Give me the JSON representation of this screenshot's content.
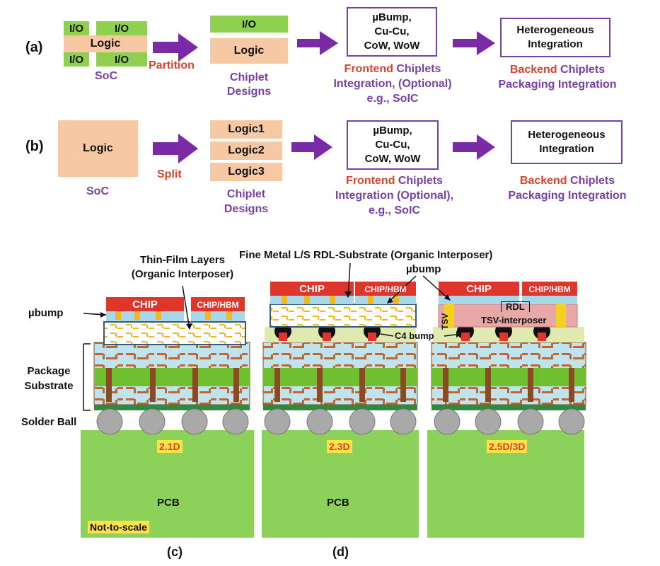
{
  "row_a": {
    "label": "(a)",
    "io": [
      "I/O",
      "I/O",
      "I/O",
      "I/O"
    ],
    "soc_logic": "Logic",
    "soc_caption": "SoC",
    "partition": "Partition",
    "chiplet_io": "I/O",
    "chiplet_logic": "Logic",
    "chiplet_caption_1": "Chiplet",
    "chiplet_caption_2": "Designs",
    "frontend_box": [
      "µBump,",
      "Cu-Cu,",
      "CoW, WoW"
    ],
    "frontend_red": "Frontend",
    "frontend_line1_rest": " Chiplets",
    "frontend_line2": "Integration, (Optional)",
    "frontend_line3": "e.g., SoIC",
    "backend_box": [
      "Heterogeneous",
      "Integration"
    ],
    "backend_red": "Backend",
    "backend_line1_rest": " Chiplets",
    "backend_line2": "Packaging Integration"
  },
  "row_b": {
    "label": "(b)",
    "soc_logic": "Logic",
    "soc_caption": "SoC",
    "split": "Split",
    "logic_blocks": [
      "Logic1",
      "Logic2",
      "Logic3"
    ],
    "chiplet_caption_1": "Chiplet",
    "chiplet_caption_2": "Designs",
    "frontend_box": [
      "µBump,",
      "Cu-Cu,",
      "CoW, WoW"
    ],
    "frontend_red": "Frontend",
    "frontend_line1_rest": " Chiplets",
    "frontend_line2": "Integration (Optional),",
    "frontend_line3": "e.g., SoIC",
    "backend_box": [
      "Heterogeneous",
      "Integration"
    ],
    "backend_red": "Backend",
    "backend_line1_rest": " Chiplets",
    "backend_line2": "Packaging Integration"
  },
  "packages": {
    "thin_film_1": "Thin-Film Layers",
    "thin_film_2": "(Organic Interposer)",
    "fine_metal": "Fine Metal L/S RDL-Substrate (Organic Interposer)",
    "ubump_top": "µbump",
    "ubump_left": "µbump",
    "package_substrate_1": "Package",
    "package_substrate_2": "Substrate",
    "solder_ball": "Solder Ball",
    "c4_bump": "C4 bump",
    "tsv": "TSV",
    "rdl": "RDL",
    "tsv_interposer": "TSV-interposer",
    "chip": "CHIP",
    "chip_hbm": "CHIP/HBM",
    "pcb": "PCB",
    "not_to_scale": "Not-to-scale",
    "tags": [
      "2.1D",
      "2.3D",
      "2.5D/3D"
    ],
    "captions": [
      "(c)",
      "(d)"
    ]
  },
  "colors": {
    "purple": "#7a3fa8",
    "red": "#d9442e",
    "peach": "#f6c9a4",
    "green": "#8fd14f",
    "pcb_green": "#8cd15a",
    "chip_red": "#e0352b",
    "tag_yellow": "#ffe14a"
  }
}
